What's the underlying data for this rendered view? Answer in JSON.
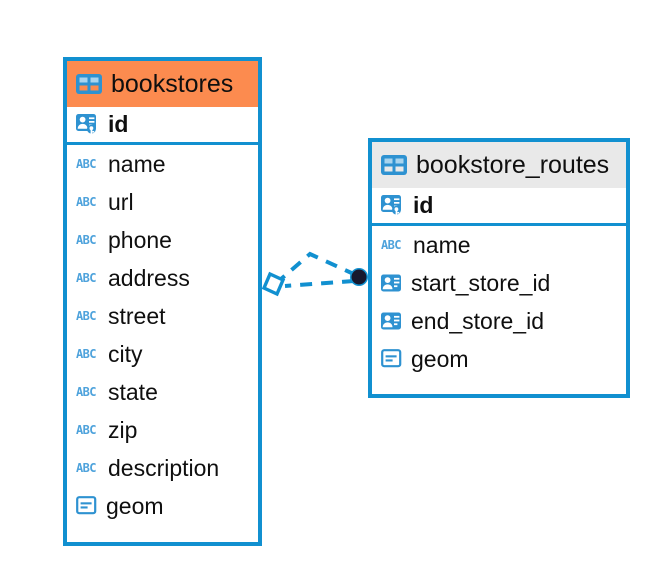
{
  "diagram": {
    "type": "entity-relationship-diagram",
    "background_color": "#ffffff",
    "colors": {
      "frame_blue": "#1190d0",
      "header_orange": "#fc8b4f",
      "header_grey": "#e9e9e9",
      "icon_blue": "#2e92d1",
      "text_black": "#0f0f0f",
      "endpoint_dark": "#1a1a2e"
    },
    "entities": [
      {
        "id": "bookstores",
        "name": "bookstores",
        "header_icon": "table-icon",
        "header_style": "orange",
        "selected": true,
        "fields": [
          {
            "name": "id",
            "icon": "primary-key-icon",
            "bold": true,
            "type": "primary_key"
          },
          {
            "name": "name",
            "icon": "abc-text-icon",
            "bold": false,
            "type": "text"
          },
          {
            "name": "url",
            "icon": "abc-text-icon",
            "bold": false,
            "type": "text"
          },
          {
            "name": "phone",
            "icon": "abc-text-icon",
            "bold": false,
            "type": "text"
          },
          {
            "name": "address",
            "icon": "abc-text-icon",
            "bold": false,
            "type": "text"
          },
          {
            "name": "street",
            "icon": "abc-text-icon",
            "bold": false,
            "type": "text"
          },
          {
            "name": "city",
            "icon": "abc-text-icon",
            "bold": false,
            "type": "text"
          },
          {
            "name": "state",
            "icon": "abc-text-icon",
            "bold": false,
            "type": "text"
          },
          {
            "name": "zip",
            "icon": "abc-text-icon",
            "bold": false,
            "type": "text"
          },
          {
            "name": "description",
            "icon": "abc-text-icon",
            "bold": false,
            "type": "text"
          },
          {
            "name": "geom",
            "icon": "geometry-icon",
            "bold": false,
            "type": "geometry"
          }
        ]
      },
      {
        "id": "bookstore_routes",
        "name": "bookstore_routes",
        "header_icon": "table-icon",
        "header_style": "grey",
        "selected": false,
        "fields": [
          {
            "name": "id",
            "icon": "primary-key-icon",
            "bold": true,
            "type": "primary_key"
          },
          {
            "name": "name",
            "icon": "abc-text-icon",
            "bold": false,
            "type": "text"
          },
          {
            "name": "start_store_id",
            "icon": "foreign-key-icon",
            "bold": false,
            "type": "foreign_key"
          },
          {
            "name": "end_store_id",
            "icon": "foreign-key-icon",
            "bold": false,
            "type": "foreign_key"
          },
          {
            "name": "geom",
            "icon": "geometry-icon",
            "bold": false,
            "type": "geometry"
          }
        ]
      }
    ],
    "relationship": {
      "name": "bookstores-to-bookstore-routes-relationship",
      "line_style": "dashed",
      "line_color": "#1190d0",
      "source_marker": "diamond-marker",
      "target_marker": "filled-circle-endpoint",
      "source_entity": "bookstores",
      "target_entity": "bookstore_routes"
    }
  }
}
